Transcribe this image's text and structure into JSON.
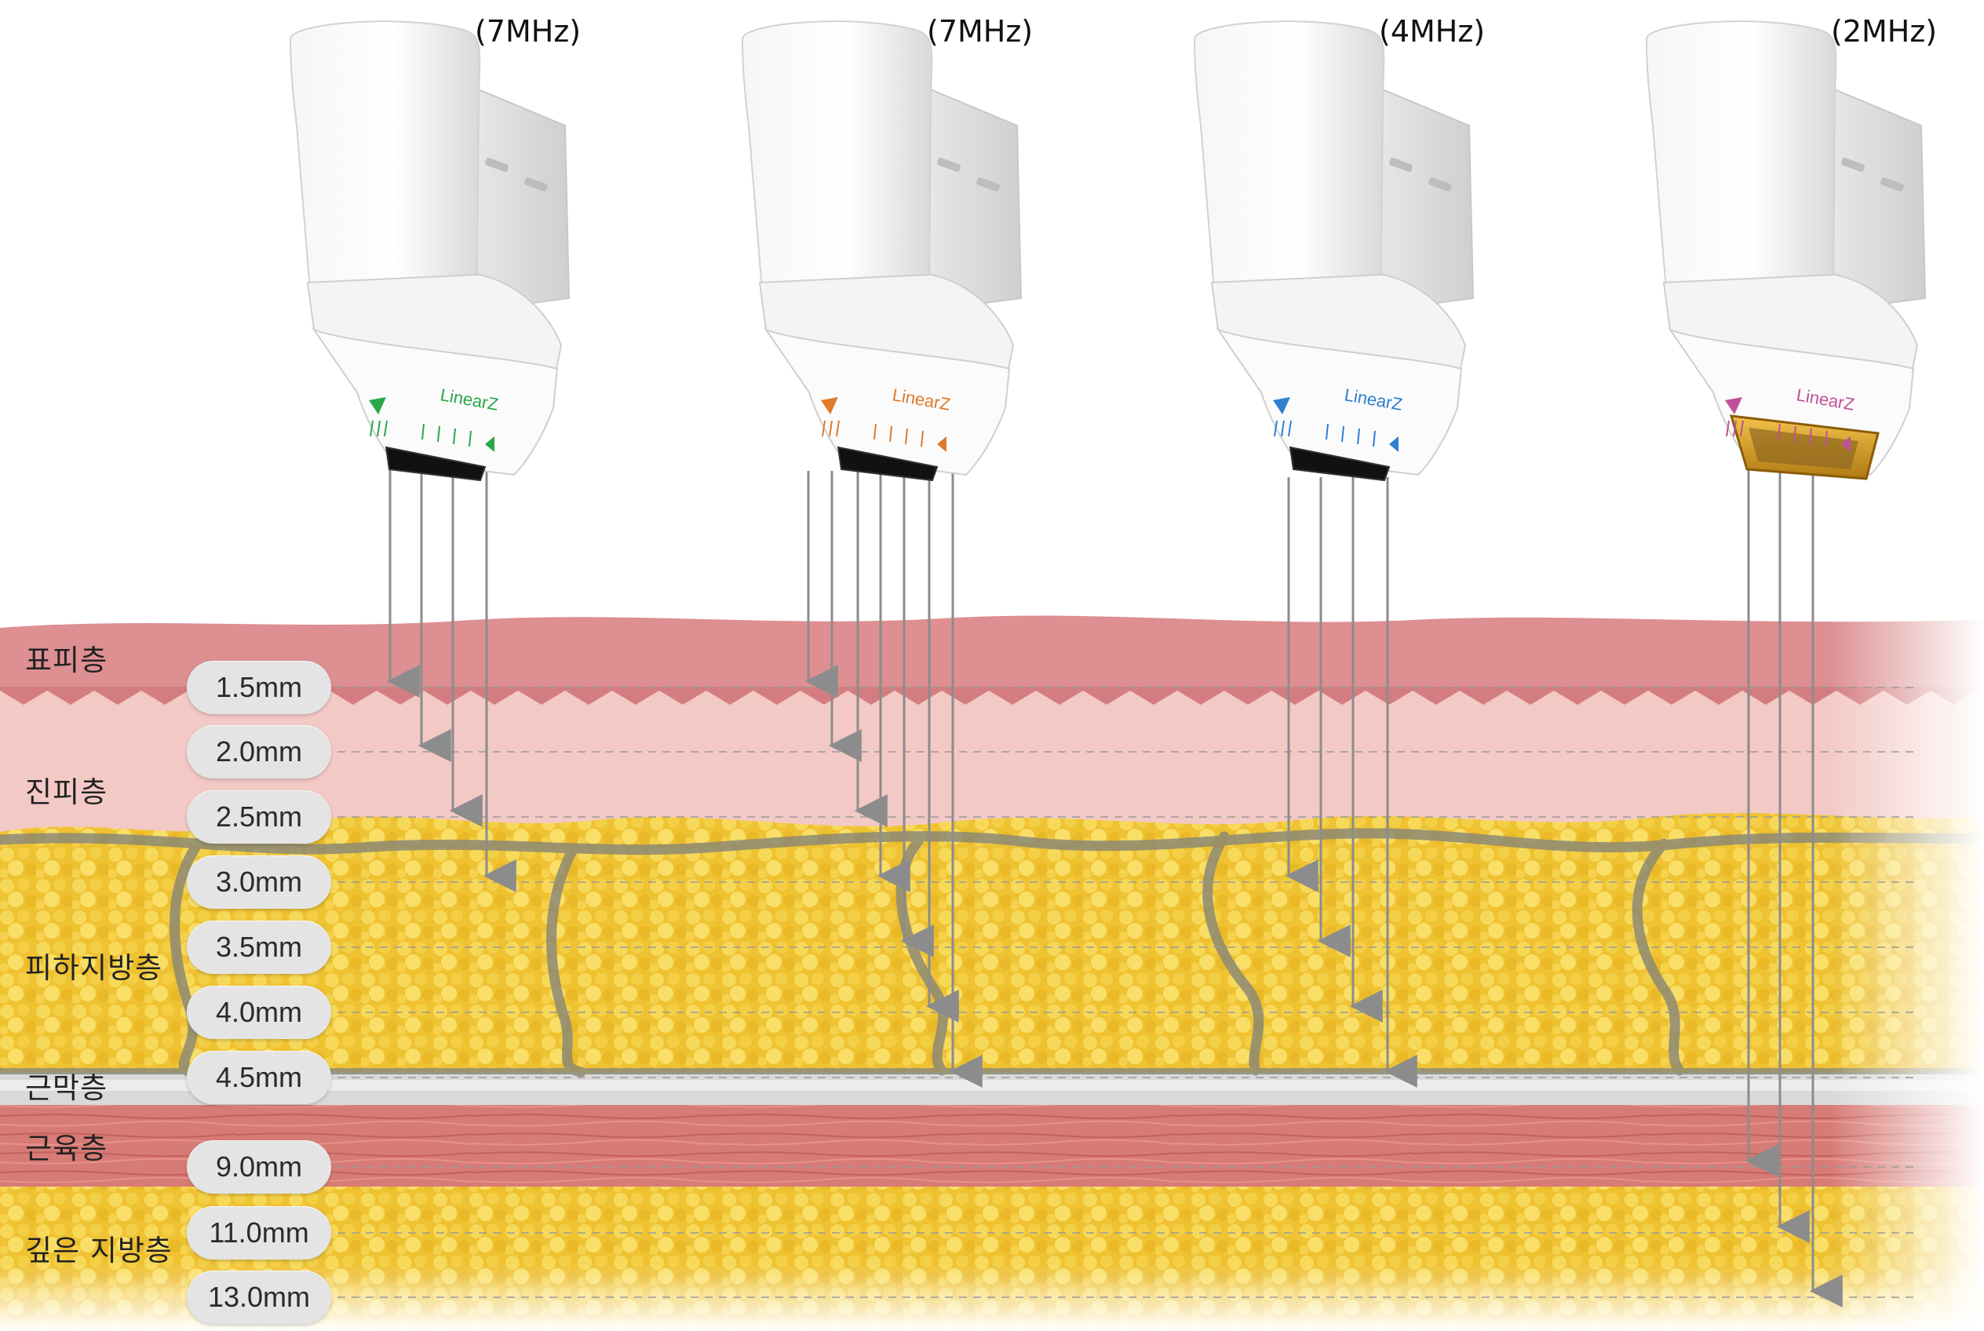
{
  "transducers": [
    {
      "frequency": "(7MHz)",
      "brand": "LinearZ",
      "accent": "#2aa64a",
      "face": "black"
    },
    {
      "frequency": "(7MHz)",
      "brand": "LinearZ",
      "accent": "#e07a2a",
      "face": "black"
    },
    {
      "frequency": "(4MHz)",
      "brand": "LinearZ",
      "accent": "#2f7fd0",
      "face": "black"
    },
    {
      "frequency": "(2MHz)",
      "brand": "LinearZ",
      "accent": "#c0509a",
      "face": "gold"
    }
  ],
  "layers": [
    {
      "label": "표피층"
    },
    {
      "label": "진피층"
    },
    {
      "label": "피하지방층"
    },
    {
      "label": "근막층"
    },
    {
      "label": "근육층"
    },
    {
      "label": "깊은 지방층"
    }
  ],
  "depths": [
    {
      "label": "1.5mm",
      "value_mm": 1.5
    },
    {
      "label": "2.0mm",
      "value_mm": 2.0
    },
    {
      "label": "2.5mm",
      "value_mm": 2.5
    },
    {
      "label": "3.0mm",
      "value_mm": 3.0
    },
    {
      "label": "3.5mm",
      "value_mm": 3.5
    },
    {
      "label": "4.0mm",
      "value_mm": 4.0
    },
    {
      "label": "4.5mm",
      "value_mm": 4.5
    },
    {
      "label": "9.0mm",
      "value_mm": 9.0
    },
    {
      "label": "11.0mm",
      "value_mm": 11.0
    },
    {
      "label": "13.0mm",
      "value_mm": 13.0
    }
  ],
  "colors": {
    "epidermis": "#d98a8c",
    "dermis": "#f0c4c0",
    "fat": "#efc73a",
    "fascia": "#d8d8d8",
    "muscle": "#cf6f6c",
    "deep_fat": "#f2cf55",
    "septa": "#8a8a78",
    "beam": "#8c8c8c"
  }
}
